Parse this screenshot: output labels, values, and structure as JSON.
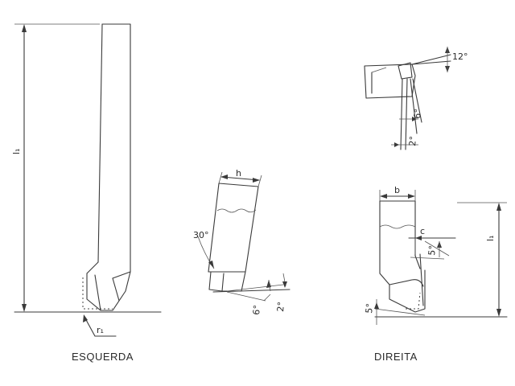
{
  "labels": {
    "l1_left": "l₁",
    "r1": "r₁",
    "h": "h",
    "a30": "30°",
    "a6_mid": "6°",
    "a2_mid": "2°",
    "a12": "12°",
    "a6_top": "6°",
    "a2_top": "2°",
    "b": "b",
    "c": "c",
    "a5_right": "5°",
    "a5_left": "5°",
    "l1_right": "l₁"
  },
  "captions": {
    "left": "ESQUERDA",
    "right": "DIREITA"
  }
}
